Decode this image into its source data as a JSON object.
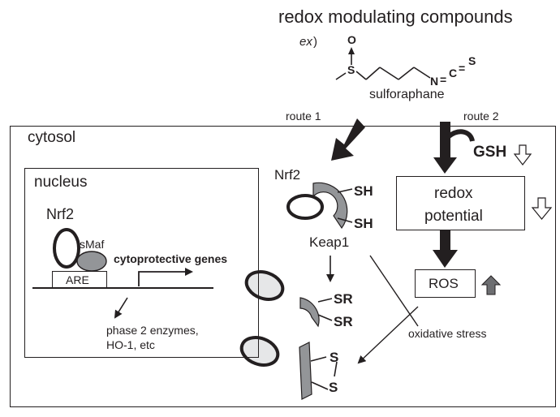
{
  "header": {
    "title": "redox modulating compounds",
    "example_prefix": "ex",
    "example_suffix": ")",
    "compound_name": "sulforaphane",
    "atom_o": "O",
    "atom_s1": "S",
    "atom_n": "N",
    "atom_c": "C",
    "atom_s2": "S",
    "bond_eq": "="
  },
  "routes": {
    "route1": "route 1",
    "route2": "route 2"
  },
  "cytosol": {
    "label": "cytosol",
    "nrf2": "Nrf2",
    "keap1": "Keap1",
    "sh_top": "SH",
    "sh_bottom": "SH",
    "sr_top": "SR",
    "sr_bottom": "SR",
    "s_top": "S",
    "s_bottom": "S",
    "gsh": "GSH",
    "redox_line1": "redox",
    "redox_line2": "potential",
    "ros": "ROS",
    "oxidative_stress": "oxidative stress"
  },
  "nucleus": {
    "label": "nucleus",
    "nrf2": "Nrf2",
    "smaf": "sMaf",
    "are": "ARE",
    "genes": "cytoprotective genes",
    "products_line1": "phase 2 enzymes,",
    "products_line2": "HO-1, etc"
  }
}
